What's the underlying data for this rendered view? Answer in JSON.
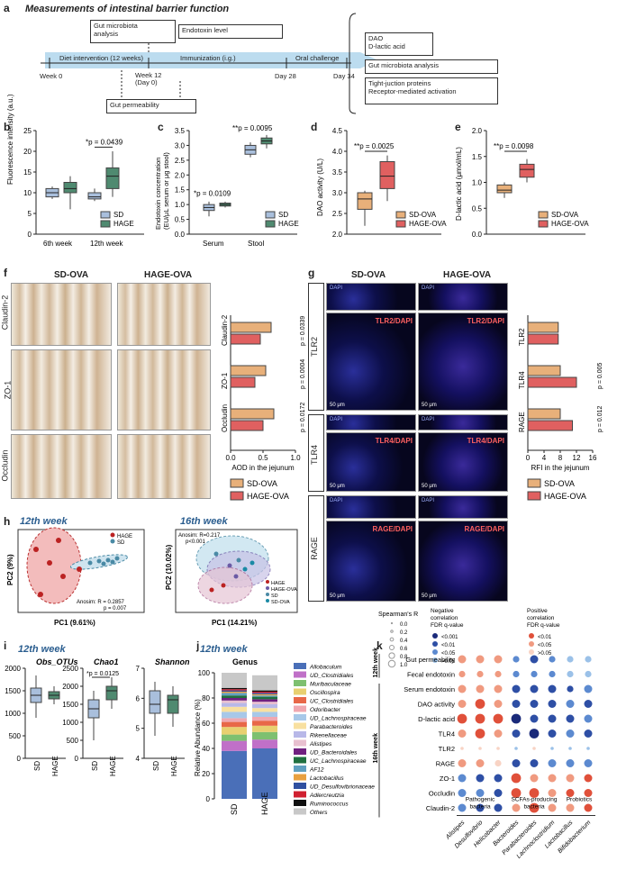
{
  "panel_a": {
    "letter": "a",
    "title": "Measurements of intestinal barrier function",
    "box_microbiota": "Gut microbiota\nanalysis",
    "box_endotoxin": "Endotoxin level",
    "box_dao": "DAO\nD-lactic acid",
    "box_microbiota2": "Gut microbiota analysis",
    "box_tight": "Tight-juction proteins\nReceptor-mediated activation",
    "diet": "Diet intervention (12 weeks)",
    "immun": "Immunization (i.g.)",
    "oral": "Oral challenge",
    "w0": "Week 0",
    "w12": "Week 12\n(Day 0)",
    "d28": "Day 28",
    "d34": "Day 34",
    "box_perm": "Gut permeability"
  },
  "panel_b": {
    "letter": "b",
    "ylabel": "Fluorescence intensity (a.u.)",
    "pval": "*p = 0.0439",
    "x1": "6th week",
    "x2": "12th week",
    "ticks": [
      "0",
      "5",
      "10",
      "15",
      "20",
      "25"
    ],
    "legend": [
      "SD",
      "HAGE"
    ]
  },
  "panel_c": {
    "letter": "c",
    "ylabel": "Endotoxin concentration\n(EU/μL serum or μg stool)",
    "p1": "*p = 0.0109",
    "p2": "**p = 0.0095",
    "x1": "Serum",
    "x2": "Stool",
    "ticks": [
      "0.0",
      "0.5",
      "1.0",
      "1.5",
      "2.0",
      "2.5",
      "3.0",
      "3.5"
    ],
    "legend": [
      "SD",
      "HAGE"
    ]
  },
  "panel_d": {
    "letter": "d",
    "ylabel": "DAO activity (U/L)",
    "pval": "**p = 0.0025",
    "ticks": [
      "2.0",
      "2.5",
      "3.0",
      "3.5",
      "4.0",
      "4.5"
    ],
    "legend": [
      "SD-OVA",
      "HAGE-OVA"
    ]
  },
  "panel_e": {
    "letter": "e",
    "ylabel": "D-lactic acid (μmol/mL)",
    "pval": "**p = 0.0098",
    "ticks": [
      "0.0",
      "0.5",
      "1.0",
      "1.5",
      "2.0"
    ],
    "legend": [
      "SD-OVA",
      "HAGE-OVA"
    ]
  },
  "panel_f": {
    "letter": "f",
    "col1": "SD-OVA",
    "col2": "HAGE-OVA",
    "rows": [
      "Claudin-2",
      "ZO-1",
      "Occludin"
    ],
    "xlabel": "AOD in the jejunum",
    "pvals": [
      "p = 0.0339",
      "p = 0.0004",
      "p = 0.0172"
    ],
    "ticks": [
      "0.0",
      "0.5",
      "1.0"
    ],
    "legend": [
      "SD-OVA",
      "HAGE-OVA"
    ]
  },
  "panel_g": {
    "letter": "g",
    "col1": "SD-OVA",
    "col2": "HAGE-OVA",
    "rows": [
      "TLR2",
      "TLR4",
      "RAGE"
    ],
    "xlabel": "RFI in the jejunum",
    "pvals": [
      "p = 0.005",
      "p = 0.012"
    ],
    "ticks": [
      "0",
      "4",
      "8",
      "12",
      "16"
    ],
    "legend": [
      "SD-OVA",
      "HAGE-OVA"
    ],
    "scale": "50 μm",
    "dapi": "DAPI"
  },
  "panel_h": {
    "letter": "h",
    "t1": "12th week",
    "t2": "16th week",
    "pc1a": "PC1 (9.61%)",
    "pc2a": "PC2 (9%)",
    "pc1b": "PC1 (14.21%)",
    "pc2b": "PC2 (10.02%)",
    "anosim1": "Anosim: R = 0.2857\np = 0.007",
    "anosim2": "Anosim: R=0.217\np<0.001",
    "leg1": [
      "HAGE",
      "SD"
    ],
    "leg2": [
      "HAGE",
      "HAGE-OVA",
      "SD",
      "SD-OVA"
    ]
  },
  "panel_i": {
    "letter": "i",
    "title": "12th week",
    "m1": "Obs_OTUs",
    "m2": "Chao1",
    "m3": "Shannon",
    "pval": "*p = 0.0125",
    "x": [
      "SD",
      "HAGE"
    ]
  },
  "panel_j": {
    "letter": "j",
    "title": "12th week",
    "subtitle": "Genus",
    "ylabel": "Relative Abundance (%)",
    "x": [
      "SD",
      "HAGE"
    ],
    "genera": [
      "Allobaculum",
      "UD_Clostridiales",
      "Muribaculaceae",
      "Oscillospira",
      "UC_Clostridiales",
      "Odoribacter",
      "UD_Lachnospiraceae",
      "Parabacteroides",
      "Rikenellaceae",
      "Alistipes",
      "UD_Bacteroidales",
      "UC_Lachnospiraceae",
      "AF12",
      "Lactobacillus",
      "UD_Desulfovibrionaceae",
      "Adlercreutzia",
      "Ruminococcus",
      "Others"
    ]
  },
  "panel_k": {
    "letter": "k",
    "rows": [
      "Gut permeability",
      "Fecal endotoxin",
      "Serum endotoxin",
      "DAO activity",
      "D-lactic acid",
      "TLR4",
      "TLR2",
      "RAGE",
      "ZO-1",
      "Occludin",
      "Claudin-2"
    ],
    "cols": [
      "Alistipes",
      "Desulfovibrio",
      "Helicobacter",
      "Bacteroides",
      "Parabacteroides",
      "Lachnoclostridium",
      "Lactobacillus",
      "Bifidobacterium"
    ],
    "groups": [
      "Pathogenic\nbacteria",
      "SCFAs-producing\nbacteria",
      "Probiotics"
    ],
    "w12": "12th week",
    "w16": "16th week",
    "leg_r": "Spearman's R",
    "leg_neg": "Negative\ncorrelation\nFDR q-value",
    "leg_pos": "Positive\ncorrelation\nFDR q-value"
  }
}
